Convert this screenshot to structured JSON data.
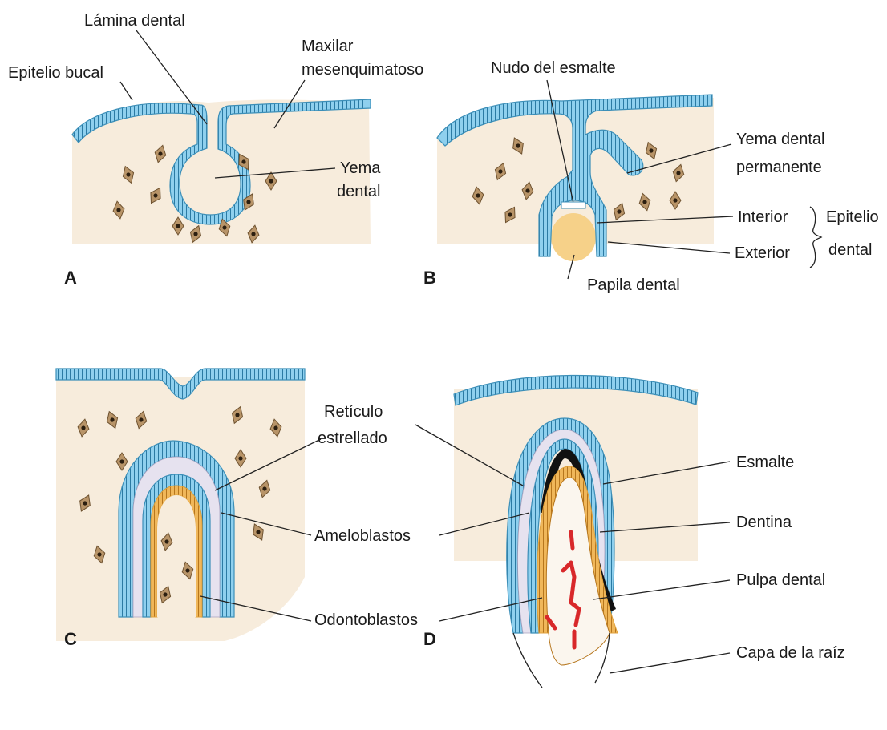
{
  "panels": {
    "a": "A",
    "b": "B",
    "c": "C",
    "d": "D"
  },
  "labels": {
    "lamina_dental": "Lámina dental",
    "epitelio_bucal": "Epitelio bucal",
    "maxilar_1": "Maxilar",
    "maxilar_2": "mesenquimatoso",
    "yema_1": "Yema",
    "yema_2": "dental",
    "nudo_esmalte": "Nudo del esmalte",
    "yema_perm_1": "Yema dental",
    "yema_perm_2": "permanente",
    "interior": "Interior",
    "exterior": "Exterior",
    "epitelio_dental_1": "Epitelio",
    "epitelio_dental_2": "dental",
    "papila_dental": "Papila dental",
    "reticulo_1": "Retículo",
    "reticulo_2": "estrellado",
    "ameloblastos": "Ameloblastos",
    "odontoblastos": "Odontoblastos",
    "esmalte": "Esmalte",
    "dentina": "Dentina",
    "pulpa_dental": "Pulpa dental",
    "capa_raiz": "Capa de la raíz"
  },
  "colors": {
    "mesenchyme": "#f7ecdc",
    "epithelium": "#7cc4e6",
    "epithelium_dark": "#3c8fb8",
    "papilla": "#f6d189",
    "odontoblast": "#e0a23c",
    "enamel": "#111111",
    "vessel": "#d8282a",
    "reticulum": "#e6e2ef",
    "cell": "#b89468"
  }
}
